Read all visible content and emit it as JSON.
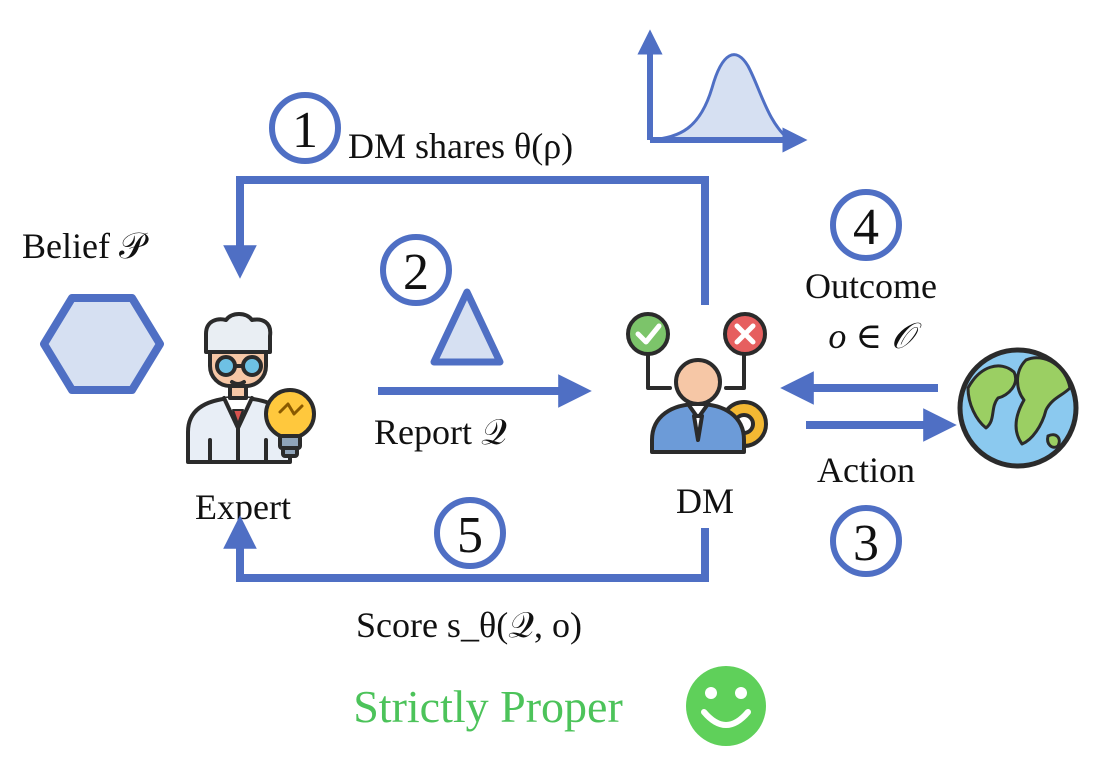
{
  "steps": {
    "step1": {
      "number": "1",
      "label": "DM shares θ(ρ)"
    },
    "step2": {
      "number": "2",
      "label": "Report 𝒬"
    },
    "step3": {
      "number": "3",
      "label": "Action"
    },
    "step4": {
      "number": "4",
      "label_line1": "Outcome",
      "label_line2": "o ∈ 𝒪"
    },
    "step5": {
      "number": "5",
      "label": "Score s_θ(𝒬, o)"
    }
  },
  "actors": {
    "belief": "Belief 𝒫",
    "expert": "Expert",
    "dm": "DM"
  },
  "footer": {
    "verdict": "Strictly Proper"
  },
  "icons": {
    "belief_shape": "hexagon-icon",
    "report_shape": "triangle-icon",
    "expert": "expert-person-icon",
    "dm": "decision-maker-icon",
    "world": "globe-icon",
    "verdict": "smiley-icon"
  },
  "colors": {
    "arrow": "#4f6fc4",
    "shape_fill": "#d6e0f2",
    "verdict": "#4cc35a"
  }
}
